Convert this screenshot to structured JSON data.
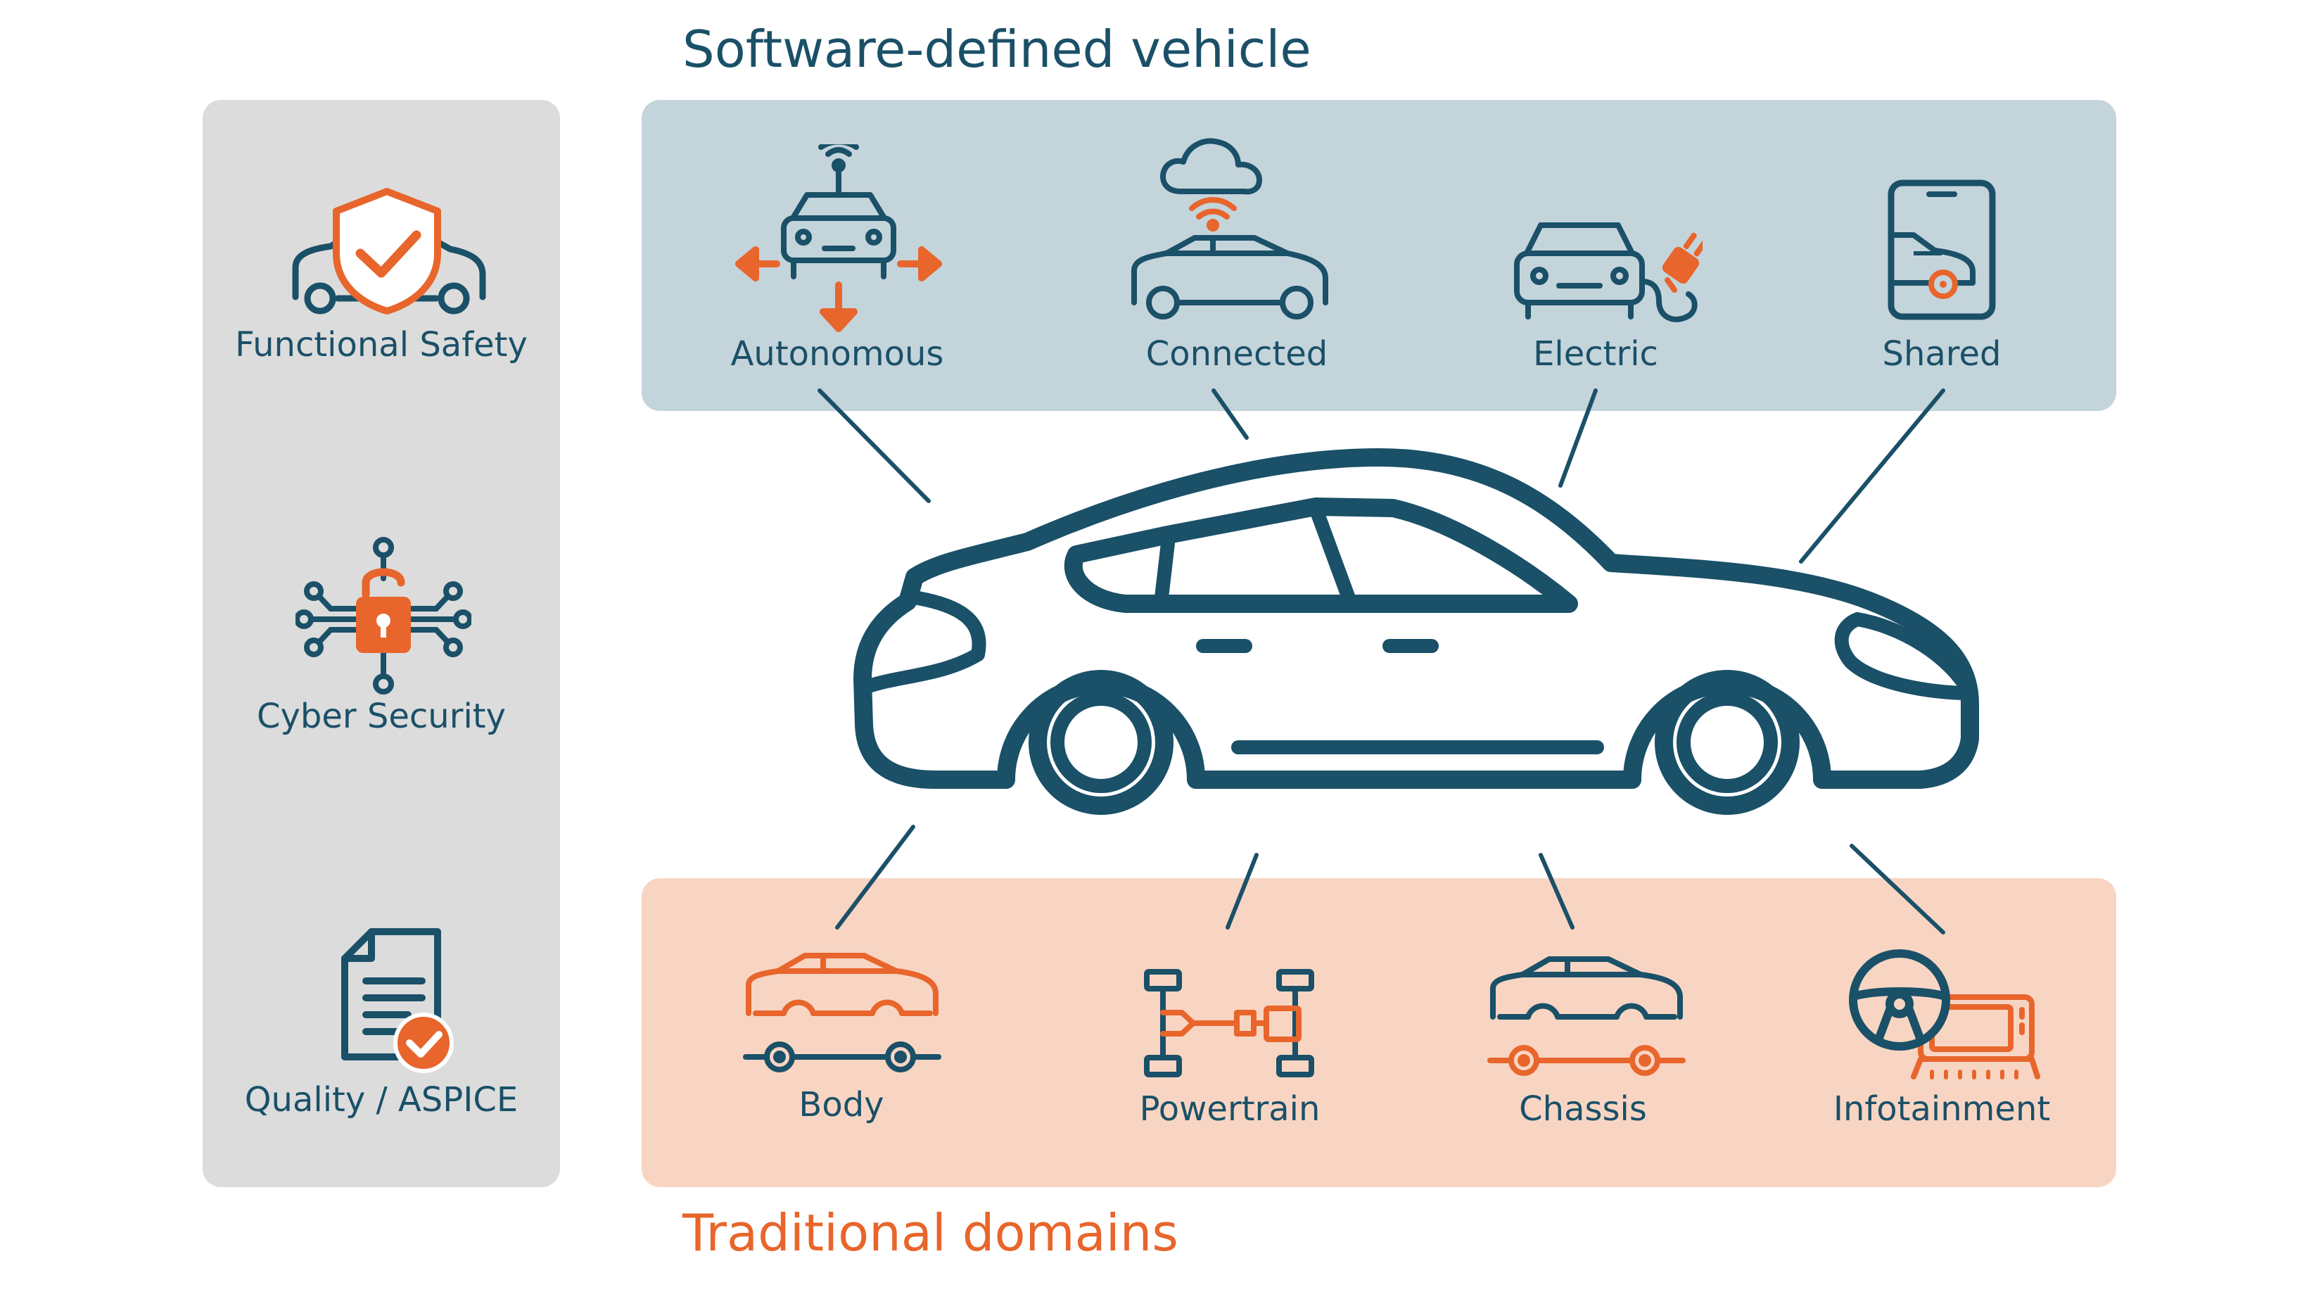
{
  "titles": {
    "top": "Software-defined vehicle",
    "bottom": "Traditional domains"
  },
  "left_panel": {
    "items": [
      {
        "label": "Functional Safety",
        "icon": "shield-car-icon"
      },
      {
        "label": "Cyber Security",
        "icon": "padlock-circuit-icon"
      },
      {
        "label": "Quality / ASPICE",
        "icon": "document-check-icon"
      }
    ]
  },
  "top_panel": {
    "items": [
      {
        "label": "Autonomous",
        "icon": "autonomous-car-icon"
      },
      {
        "label": "Connected",
        "icon": "cloud-car-icon"
      },
      {
        "label": "Electric",
        "icon": "electric-car-icon"
      },
      {
        "label": "Shared",
        "icon": "phone-car-icon"
      }
    ]
  },
  "bottom_panel": {
    "items": [
      {
        "label": "Body",
        "icon": "car-body-icon"
      },
      {
        "label": "Powertrain",
        "icon": "powertrain-icon"
      },
      {
        "label": "Chassis",
        "icon": "chassis-icon"
      },
      {
        "label": "Infotainment",
        "icon": "steering-wheel-screen-icon"
      }
    ]
  },
  "colors": {
    "teal": "#1a5068",
    "orange": "#e8652b",
    "left_panel": "#dcdcdc",
    "top_panel": "#c4d4db",
    "bottom_panel": "#f8d5c3"
  }
}
